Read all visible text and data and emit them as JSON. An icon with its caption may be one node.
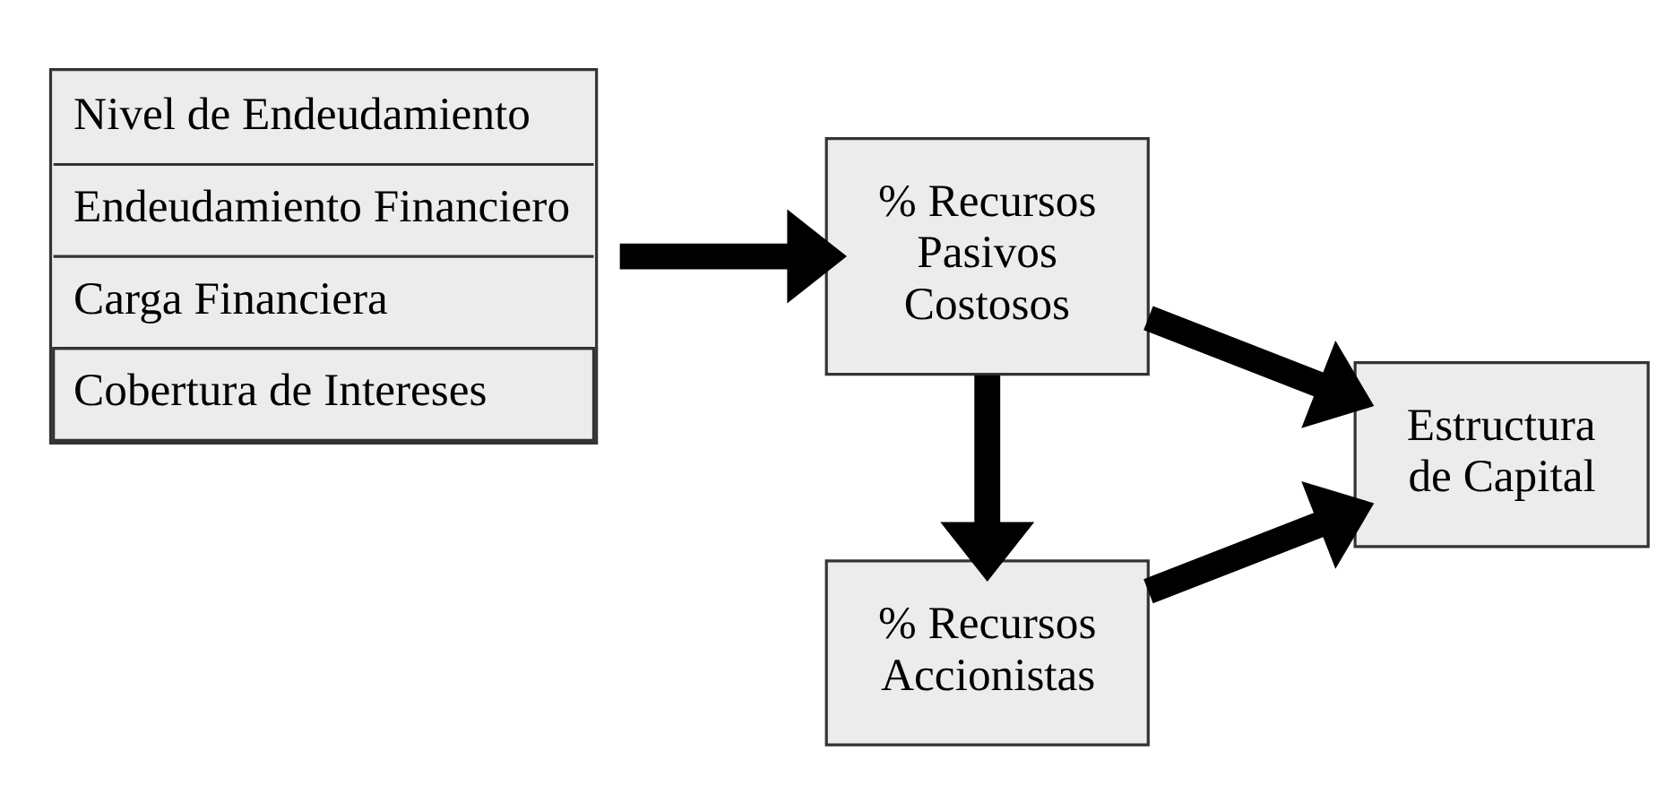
{
  "diagram": {
    "nodes": [
      {
        "text": [
          "Nivel de Endeudamiento",
          "Endeudamiento Financiero",
          "Carga Financiera",
          "Cobertura de Intereses"
        ]
      },
      {
        "text": [
          "% Recursos Pasivos Costosos"
        ]
      },
      {
        "text": [
          "Estructura de Capital"
        ]
      },
      {
        "text": [
          "% Recursos Accionistas"
        ]
      }
    ],
    "edges": [
      {
        "from": 0,
        "to": 1,
        "arrow": "to"
      },
      {
        "from": 1,
        "to": 2,
        "arrow": "to"
      },
      {
        "from": 1,
        "to": 3,
        "arrow": "to"
      },
      {
        "from": 3,
        "to": 2,
        "arrow": "to"
      }
    ]
  }
}
